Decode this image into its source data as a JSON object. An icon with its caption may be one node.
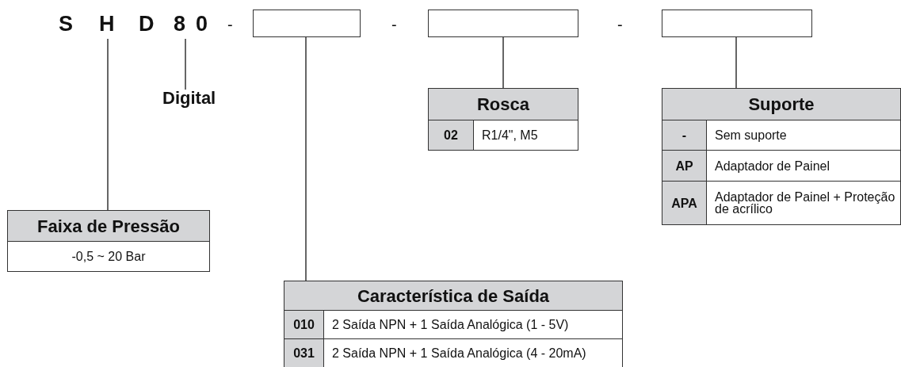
{
  "diagram": {
    "nodes": [
      {
        "text": [
          "H"
        ]
      },
      {
        "text": [
          "0"
        ]
      },
      {
        "text": [
          "Digital"
        ]
      },
      {
        "text": [],
        "shape": "box"
      },
      {
        "text": [],
        "shape": "box"
      },
      {
        "text": [],
        "shape": "box"
      },
      {
        "text": [
          "Rosca",
          "02",
          "R1/4\", M5"
        ]
      },
      {
        "text": [
          "Suporte",
          "-",
          "Sem suporte",
          "AP",
          "Adaptador de Painel",
          "APA",
          "Adaptador de Painel + Proteção de acrílico"
        ]
      },
      {
        "text": [
          "Faixa de Pressão",
          "-0,5 ~ 20 Bar"
        ]
      },
      {
        "text": [
          "Característica de Saída",
          "010",
          "2 Saída NPN + 1 Saída Analógica (1 - 5V)",
          "031",
          "2 Saída NPN + 1 Saída Analógica (4 - 20mA)"
        ]
      }
    ],
    "edges": [
      {
        "from": 0,
        "to": 8,
        "arrow": "none"
      },
      {
        "from": 1,
        "to": 2,
        "arrow": "none"
      },
      {
        "from": 3,
        "to": 9,
        "arrow": "none"
      },
      {
        "from": 4,
        "to": 6,
        "arrow": "none"
      },
      {
        "from": 5,
        "to": 7,
        "arrow": "none"
      }
    ],
    "labels": [
      "S",
      "D",
      "8",
      "-",
      "-",
      "-"
    ]
  }
}
